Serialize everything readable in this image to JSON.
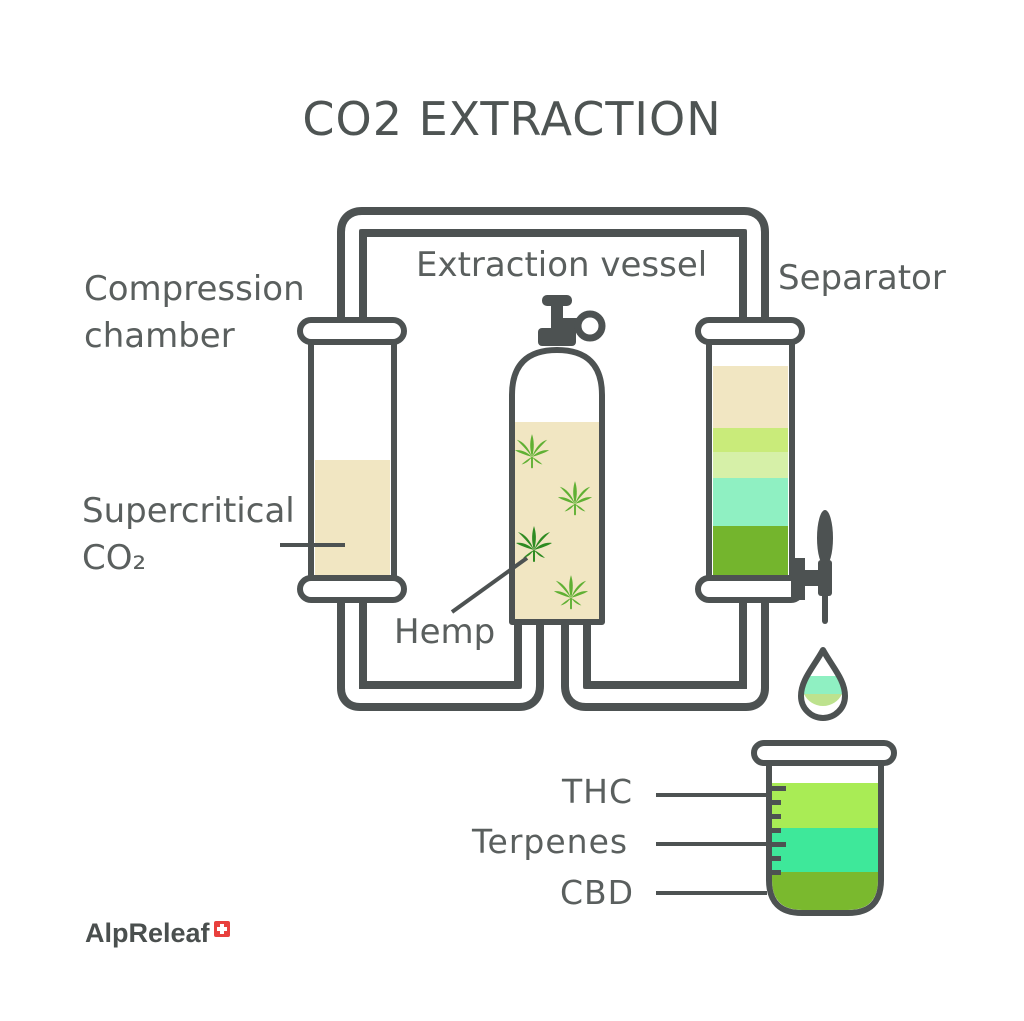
{
  "title": "CO2 EXTRACTION",
  "labels": {
    "compression_chamber_line1": "Compression",
    "compression_chamber_line2": "chamber",
    "extraction_vessel": "Extraction vessel",
    "separator": "Separator",
    "supercritical_line1": "Supercritical",
    "supercritical_line2": "CO₂",
    "hemp": "Hemp",
    "thc": "THC",
    "terpenes": "Terpenes",
    "cbd": "CBD"
  },
  "brand": {
    "name": "AlpReleaf",
    "flag_icon": "swiss-cross-icon"
  },
  "colors": {
    "outline": "#4d5252",
    "pipe_fill": "#ffffff",
    "co2_fill": "#f1e6c2",
    "light_green": "#c9eb7a",
    "pale_green": "#d6f0a8",
    "mint": "#8ff0c2",
    "green": "#74b52d",
    "thc_green": "#a9ec55",
    "terpene_teal": "#3ee89a",
    "cbd_green": "#7ab92e",
    "leaf_green": "#5fb033"
  }
}
